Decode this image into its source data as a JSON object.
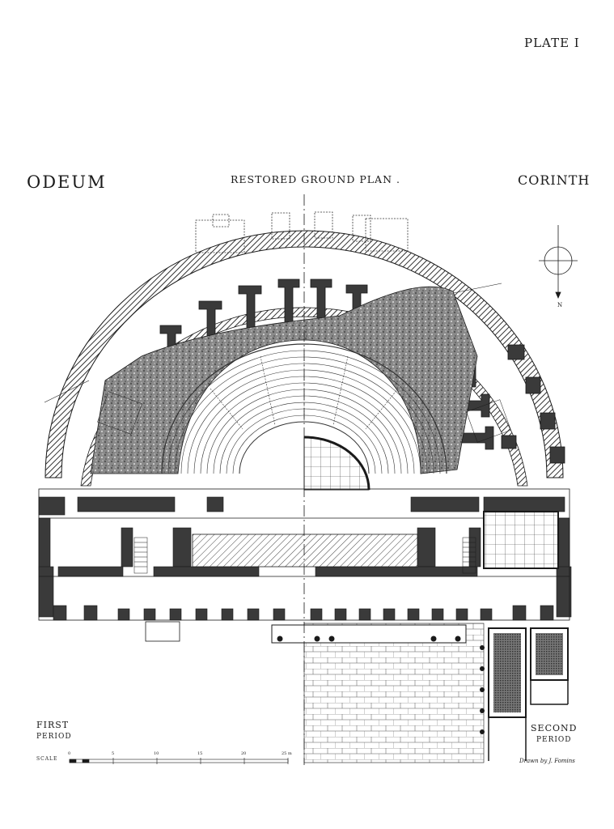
{
  "header": {
    "plate": "PLATE I"
  },
  "titles": {
    "left": "ODEUM",
    "center": "RESTORED GROUND PLAN .",
    "right": "CORINTH"
  },
  "compass": {
    "north_label": "N"
  },
  "labels": {
    "first_period_1": "FIRST",
    "first_period_2": "PERIOD",
    "second_period_1": "SECOND",
    "second_period_2": "PERIOD",
    "scale": "SCALE",
    "drawn_by": "Drawn by J. Fomins"
  },
  "scale_ticks": [
    "0",
    "5",
    "10",
    "15",
    "20",
    "25 m"
  ],
  "colors": {
    "ink": "#1a1a1a",
    "paper": "#ffffff",
    "wall_fill": "#3a3a3a"
  }
}
